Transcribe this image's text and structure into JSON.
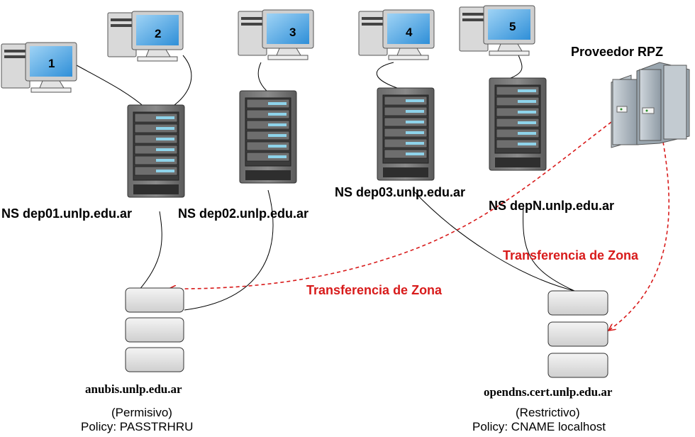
{
  "workstations": [
    {
      "number": "1"
    },
    {
      "number": "2"
    },
    {
      "number": "3"
    },
    {
      "number": "4"
    },
    {
      "number": "5"
    }
  ],
  "name_servers": [
    {
      "label": "NS dep01.unlp.edu.ar"
    },
    {
      "label": "NS dep02.unlp.edu.ar"
    },
    {
      "label": "NS dep03.unlp.edu.ar"
    },
    {
      "label": "NS depN.unlp.edu.ar"
    }
  ],
  "rpz_provider": {
    "label": "Proveedor RPZ"
  },
  "zone_transfers": [
    {
      "label": "Transferencia de Zona"
    },
    {
      "label": "Transferencia de Zona"
    }
  ],
  "resolvers": [
    {
      "host": "anubis.unlp.edu.ar",
      "mode": "(Permisivo)",
      "policy": "Policy: PASSTRHRU"
    },
    {
      "host": "opendns.cert.unlp.edu.ar",
      "mode": "(Restrictivo)",
      "policy": "Policy: CNAME localhost"
    }
  ],
  "colors": {
    "transfer": "#d81b1b",
    "screen": "#4aa3e0",
    "server_body": "#555555"
  }
}
